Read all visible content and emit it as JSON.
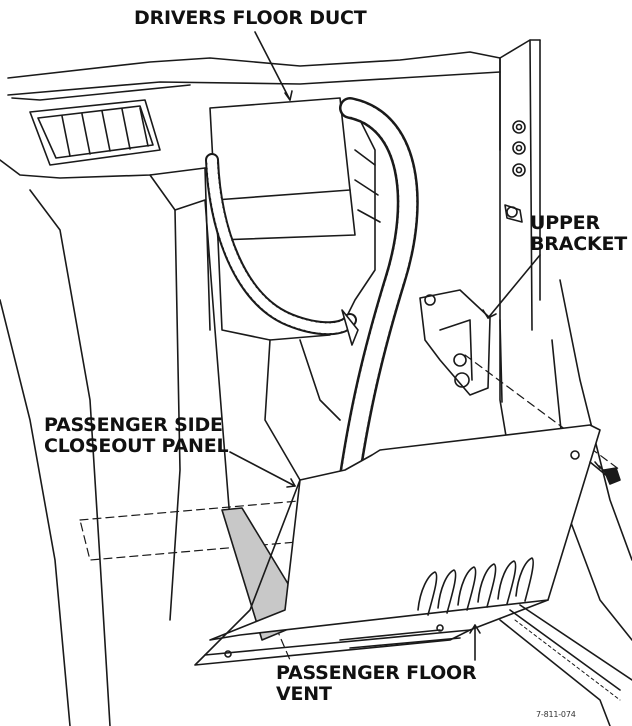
{
  "labels": {
    "drivers_floor_duct": "DRIVERS FLOOR DUCT",
    "upper_bracket": [
      "UPPER",
      "BRACKET"
    ],
    "passenger_side_closeout_panel": [
      "PASSENGER SIDE",
      "CLOSEOUT PANEL"
    ],
    "passenger_floor_vent": [
      "PASSENGER FLOOR",
      "VENT"
    ],
    "figure_number": "7-811-074"
  },
  "colors": {
    "line": "#1a1a1a",
    "shade": "#c8c8c8",
    "background": "#ffffff"
  }
}
